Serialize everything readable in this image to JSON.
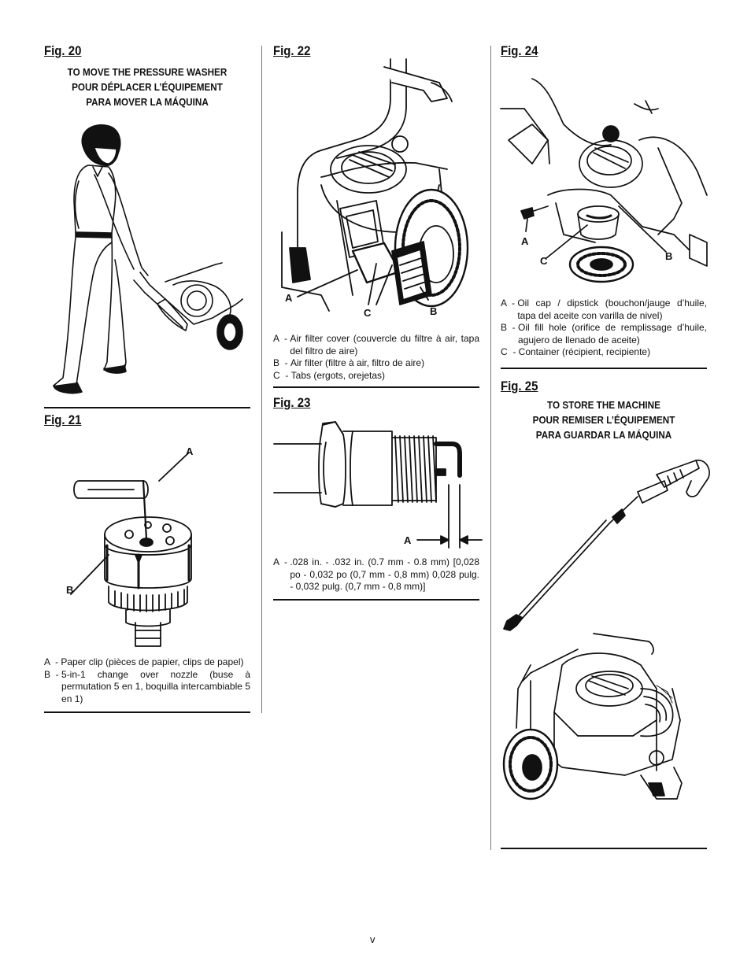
{
  "fig20": {
    "title": "Fig. 20",
    "caption": [
      "TO MOVE THE PRESSURE WASHER",
      "POUR DÉPLACER L’ÉQUIPEMENT",
      "PARA MOVER LA MÁQUINA"
    ]
  },
  "fig21": {
    "title": "Fig. 21",
    "label_a": "A",
    "label_b": "B",
    "legend": [
      {
        "key": "A  - ",
        "text": "Paper clip (pièces de papier, clips de papel)"
      },
      {
        "key": "B  - ",
        "text": "5-in-1 change over nozzle (buse à permutation 5 en 1, boquilla intercambiable 5 en 1)"
      }
    ]
  },
  "fig22": {
    "title": "Fig. 22",
    "label_a": "A",
    "label_b": "B",
    "label_c": "C",
    "legend": [
      {
        "key": "A  - ",
        "text": "Air filter cover (couvercle du filtre à air, tapa del filtro de aire)"
      },
      {
        "key": "B  - ",
        "text": "Air filter (filtre à air, filtro de aire)"
      },
      {
        "key": "C  - ",
        "text": "Tabs (ergots, orejetas)"
      }
    ]
  },
  "fig23": {
    "title": "Fig. 23",
    "label_a": "A",
    "legend": [
      {
        "key": "A  - ",
        "text": ".028 in. - .032 in. (0.7 mm - 0.8 mm) [0,028 po - 0,032 po (0,7 mm - 0,8 mm) 0,028 pulg. - 0,032 pulg. (0,7 mm - 0,8 mm)]"
      }
    ]
  },
  "fig24": {
    "title": "Fig. 24",
    "label_a": "A",
    "label_b": "B",
    "label_c": "C",
    "legend": [
      {
        "key": "A  - ",
        "text": "Oil cap / dipstick (bouchon/jauge d’huile, tapa del aceite con varilla de nivel)"
      },
      {
        "key": "B  - ",
        "text": "Oil fill hole (orifice de remplissage d’huile, agujero de llenado de aceite)"
      },
      {
        "key": "C  - ",
        "text": "Container (récipient, recipiente)"
      }
    ]
  },
  "fig25": {
    "title": "Fig. 25",
    "caption": [
      "TO STORE THE MACHINE",
      "POUR REMISER L’ÉQUIPEMENT",
      "PARA GUARDAR LA MÁQUINA"
    ]
  },
  "page_number": "v"
}
